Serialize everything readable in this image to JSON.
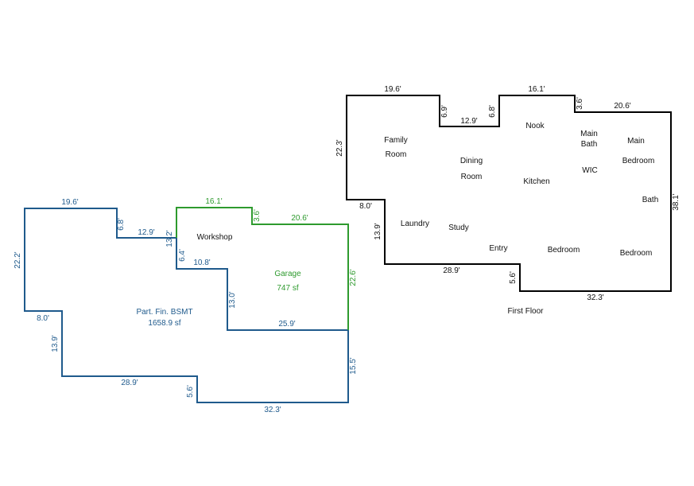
{
  "colors": {
    "basement": "#1f5a8c",
    "garage": "#2e9a2e",
    "first_floor": "#000000"
  },
  "basement": {
    "title": "Part. Fin. BSMT",
    "area": "1658.9 sf",
    "dims": {
      "top": "19.6'",
      "left": "22.2'",
      "notch_v": "6.8'",
      "notch_h": "12.9'",
      "step_v1": "13.2'",
      "step_v2": "6.4'",
      "step_h": "10.8'",
      "step_v3": "13.0'",
      "mid_h": "25.9'",
      "right_v": "15.5'",
      "bottom": "32.3'",
      "bottom_notch_v": "5.6'",
      "lower_h": "28.9'",
      "lower_left_v": "13.9'",
      "offset_h": "8.0'"
    },
    "rooms": {
      "workshop": "Workshop"
    }
  },
  "garage": {
    "title": "Garage",
    "area": "747 sf",
    "dims": {
      "top": "16.1'",
      "notch_v": "3.6'",
      "top_right": "20.6'",
      "right_v": "22.6'"
    }
  },
  "first_floor": {
    "title": "First Floor",
    "dims": {
      "top_left": "19.6'",
      "left_v": "22.3'",
      "notch1_v": "6.9'",
      "notch_h": "12.9'",
      "notch2_v": "6.8'",
      "top_mid": "16.1'",
      "notch3_v": "3.6'",
      "top_right": "20.6'",
      "right_v": "38.1'",
      "bottom_right": "32.3'",
      "bottom_notch_v": "5.6'",
      "bottom_mid": "28.9'",
      "lower_left_v": "13.9'",
      "offset_h": "8.0'"
    },
    "rooms": {
      "family_1": "Family",
      "family_2": "Room",
      "dining_1": "Dining",
      "dining_2": "Room",
      "nook": "Nook",
      "kitchen": "Kitchen",
      "main_bath_1": "Main",
      "main_bath_2": "Bath",
      "wic": "WIC",
      "main_bedroom_1": "Main",
      "main_bedroom_2": "Bedroom",
      "bath": "Bath",
      "laundry": "Laundry",
      "study": "Study",
      "entry": "Entry",
      "bedroom_a": "Bedroom",
      "bedroom_b": "Bedroom"
    }
  }
}
